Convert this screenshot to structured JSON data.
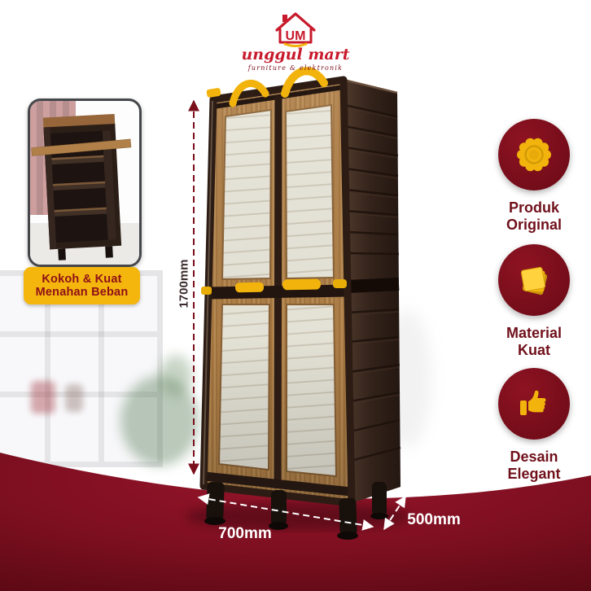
{
  "brand": {
    "initials": "UM",
    "name": "unggul mart",
    "tagline": "furniture & elektronik"
  },
  "inset_badge": {
    "line1": "Kokoh & Kuat",
    "line2": "Menahan Beban"
  },
  "dimensions": {
    "height": "1700mm",
    "width": "700mm",
    "depth": "500mm"
  },
  "features": [
    {
      "icon": "seal-icon",
      "label": "Produk Original"
    },
    {
      "icon": "layers-icon",
      "label": "Material Kuat"
    },
    {
      "icon": "thumbs-up-icon",
      "label": "Desain Elegant"
    }
  ],
  "colors": {
    "maroon": "#7a0e1c",
    "gold": "#f2b40c",
    "accent_red": "#c81a2c"
  }
}
